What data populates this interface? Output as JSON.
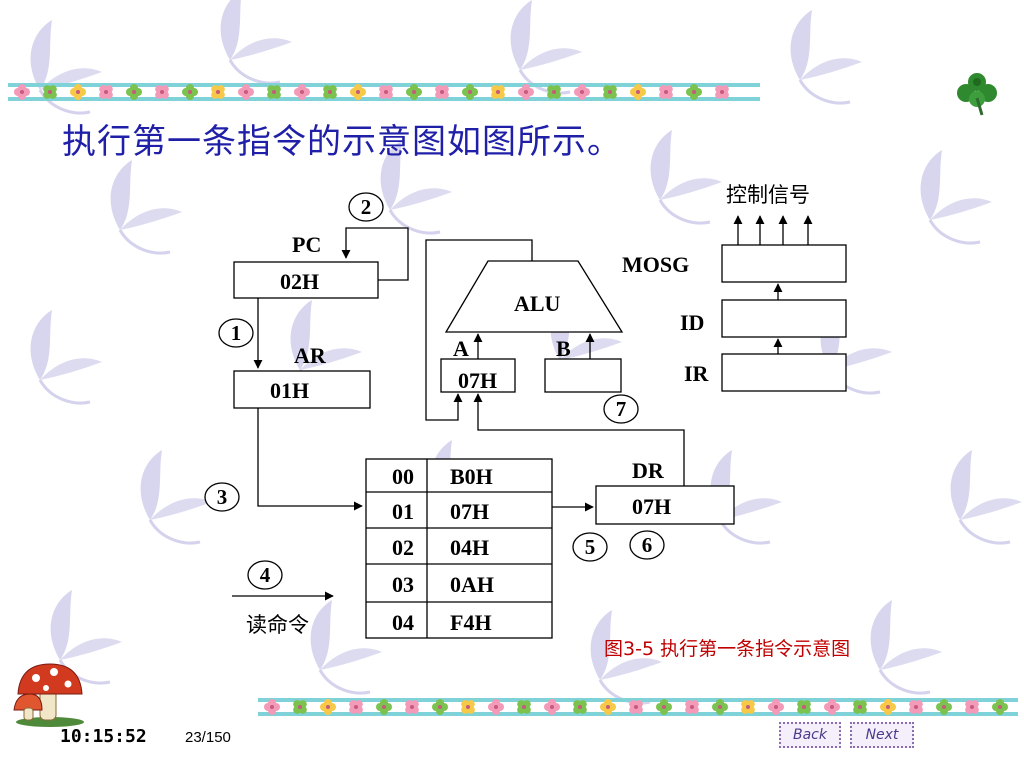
{
  "title": "执行第一条指令的示意图如图所示。",
  "caption": "图3-5 执行第一条指令示意图",
  "clock": "10:15:52",
  "page": "23/150",
  "nav": {
    "back": "Back",
    "next": "Next"
  },
  "diagram": {
    "pc": {
      "label": "PC",
      "value": "02H"
    },
    "ar": {
      "label": "AR",
      "value": "01H"
    },
    "alu": {
      "label": "ALU",
      "in_a": "A",
      "in_b": "B",
      "a_reg": "07H"
    },
    "dr": {
      "label": "DR",
      "value": "07H"
    },
    "ir": "IR",
    "id": "ID",
    "mosg": "MOSG",
    "control_signals": "控制信号",
    "read_command": "读命令",
    "memory": [
      {
        "addr": "00",
        "data": "B0H"
      },
      {
        "addr": "01",
        "data": "07H"
      },
      {
        "addr": "02",
        "data": "04H"
      },
      {
        "addr": "03",
        "data": "0AH"
      },
      {
        "addr": "04",
        "data": "F4H"
      }
    ],
    "steps": [
      "1",
      "2",
      "3",
      "4",
      "5",
      "6",
      "7"
    ]
  },
  "colors": {
    "title": "#1f1fa8",
    "caption": "#c00000",
    "background_motif": "#c9c7e6"
  },
  "icons": [
    "clover-icon",
    "mushroom-icon",
    "flower-border"
  ]
}
